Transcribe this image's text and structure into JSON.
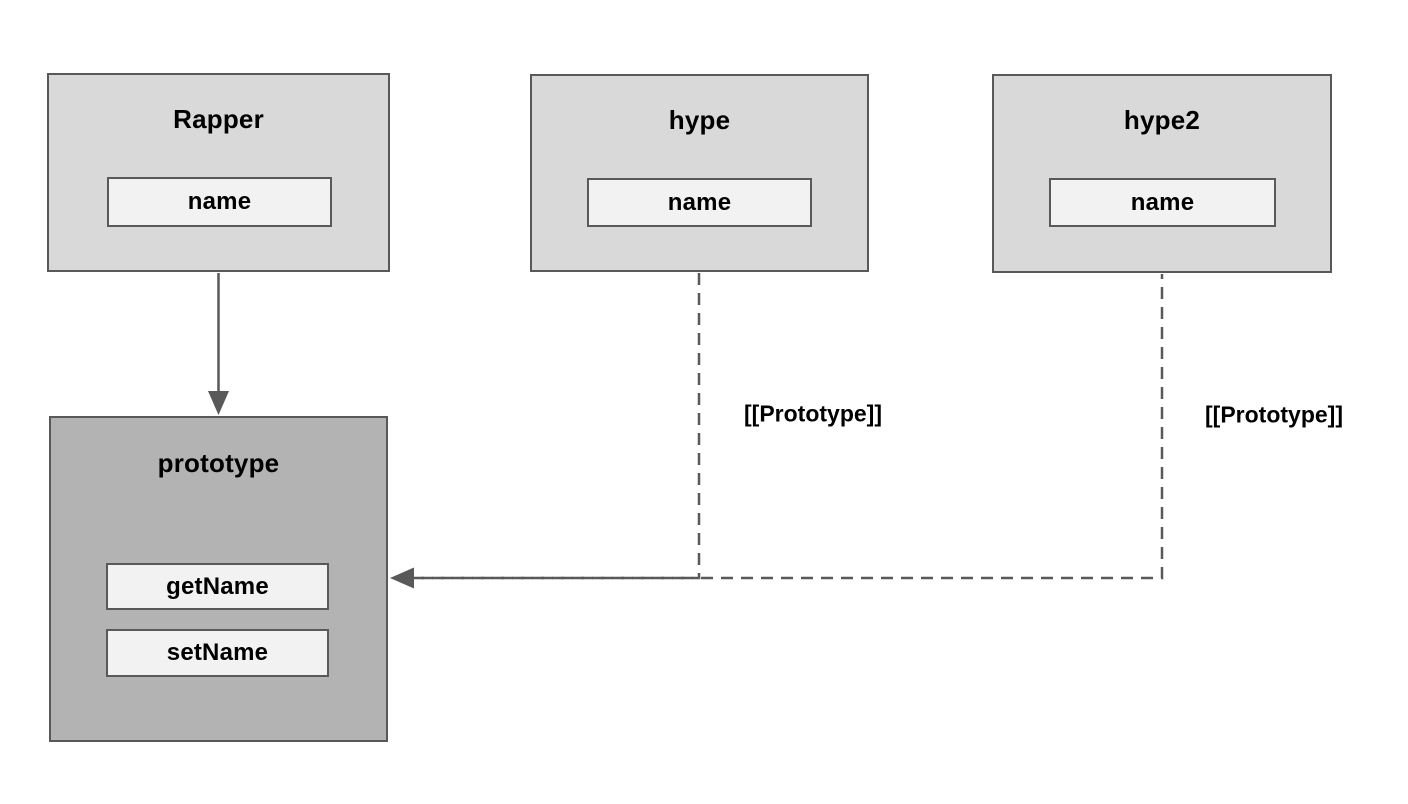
{
  "diagram": {
    "kind": "prototype-chain-diagram",
    "colors": {
      "background": "#ffffff",
      "node_fill_light": "#d9d9d9",
      "node_fill_dark": "#b3b3b3",
      "member_fill": "#f2f2f2",
      "border": "#595959",
      "line": "#595959",
      "text": "#000000"
    },
    "nodes": [
      {
        "title": "Rapper",
        "variant": "light",
        "members": [
          "name"
        ]
      },
      {
        "title": "hype",
        "variant": "light",
        "members": [
          "name"
        ]
      },
      {
        "title": "hype2",
        "variant": "light",
        "members": [
          "name"
        ]
      },
      {
        "title": "prototype",
        "variant": "dark",
        "members": [
          "getName",
          "setName"
        ]
      }
    ],
    "edges": [
      {
        "from": "Rapper",
        "to": "prototype",
        "style": "solid-arrow",
        "label": ""
      },
      {
        "from": "hype",
        "to": "prototype",
        "style": "dashed-arrow",
        "label": "[[Prototype]]"
      },
      {
        "from": "hype2",
        "to": "prototype",
        "style": "dashed-arrow",
        "label": "[[Prototype]]"
      }
    ]
  }
}
